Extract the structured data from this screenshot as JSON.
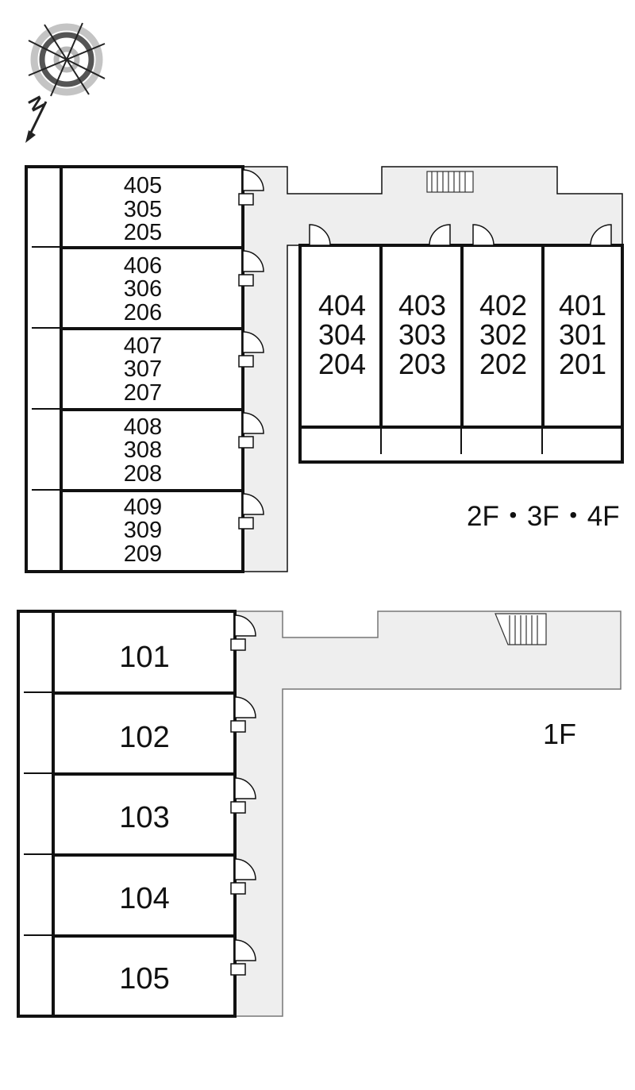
{
  "compass": {
    "north_label": "N",
    "icon": "compass-rose-icon"
  },
  "upper_floors": {
    "label": "2F・3F・4F",
    "west_units": [
      {
        "l1": "405",
        "l2": "305",
        "l3": "205"
      },
      {
        "l1": "406",
        "l2": "306",
        "l3": "206"
      },
      {
        "l1": "407",
        "l2": "307",
        "l3": "207"
      },
      {
        "l1": "408",
        "l2": "308",
        "l3": "208"
      },
      {
        "l1": "409",
        "l2": "309",
        "l3": "209"
      }
    ],
    "east_units": [
      {
        "l1": "404",
        "l2": "304",
        "l3": "204"
      },
      {
        "l1": "403",
        "l2": "303",
        "l3": "203"
      },
      {
        "l1": "402",
        "l2": "302",
        "l3": "202"
      },
      {
        "l1": "401",
        "l2": "301",
        "l3": "201"
      }
    ]
  },
  "ground_floor": {
    "label": "1F",
    "units": [
      "101",
      "102",
      "103",
      "104",
      "105"
    ]
  }
}
